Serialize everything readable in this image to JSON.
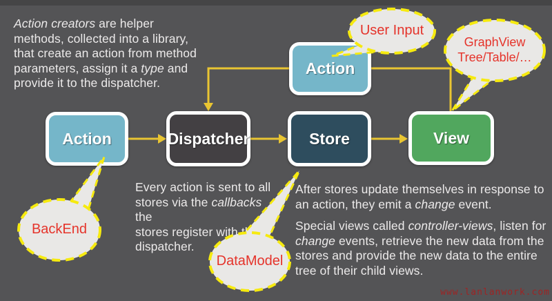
{
  "colors": {
    "background": "#545456",
    "connector_gold": "#e9c532",
    "bubble_dash_yellow": "#f6ea0f",
    "bubble_fill": "#e9e8e6",
    "bubble_text_red": "#e5332a",
    "action_blue": "#75b6c9",
    "dispatcher_gray": "#434043",
    "store_navy": "#2e4d5e",
    "view_green": "#51a75e",
    "watermark_red": "#9e2424"
  },
  "boxes": {
    "action_top": "Action",
    "action_left": "Action",
    "dispatcher": "Dispatcher",
    "store": "Store",
    "view": "View"
  },
  "bubbles": {
    "user_input": [
      {
        "t": "User Input"
      }
    ],
    "graphview": [
      {
        "t": "GraphView"
      },
      {
        "br": true
      },
      {
        "t": "Tree/Table/…"
      }
    ],
    "backend": [
      {
        "t": "BackEnd"
      }
    ],
    "datamodel": [
      {
        "t": "DataModel"
      }
    ]
  },
  "notes": {
    "action_creators": [
      {
        "t": "Action creators",
        "i": true
      },
      {
        "t": " are helper"
      },
      {
        "br": true
      },
      {
        "t": "methods, collected into a library,"
      },
      {
        "br": true
      },
      {
        "t": "that create an action from method"
      },
      {
        "br": true
      },
      {
        "t": "parameters, assign it a "
      },
      {
        "t": "type",
        "i": true
      },
      {
        "t": " and"
      },
      {
        "br": true
      },
      {
        "t": "provide it to the dispatcher."
      }
    ],
    "dispatcher": [
      {
        "t": "Every action is sent to all"
      },
      {
        "br": true
      },
      {
        "t": "stores via the "
      },
      {
        "t": "callbacks",
        "i": true
      },
      {
        "t": " the"
      },
      {
        "br": true
      },
      {
        "t": "stores register with the"
      },
      {
        "br": true
      },
      {
        "t": "dispatcher."
      }
    ],
    "store_change": [
      {
        "t": "After stores update themselves in response to"
      },
      {
        "br": true
      },
      {
        "t": "an action, they emit a "
      },
      {
        "t": "change",
        "i": true
      },
      {
        "t": " event."
      }
    ],
    "controller_views": [
      {
        "t": "Special views called "
      },
      {
        "t": "controller-views",
        "i": true
      },
      {
        "t": ", listen for"
      },
      {
        "br": true
      },
      {
        "t": "change",
        "i": true
      },
      {
        "t": " events, retrieve the new data from the"
      },
      {
        "br": true
      },
      {
        "t": "stores and provide the new data to the entire"
      },
      {
        "br": true
      },
      {
        "t": "tree of their child views."
      }
    ]
  },
  "watermark": "www.lanlanwork.com"
}
